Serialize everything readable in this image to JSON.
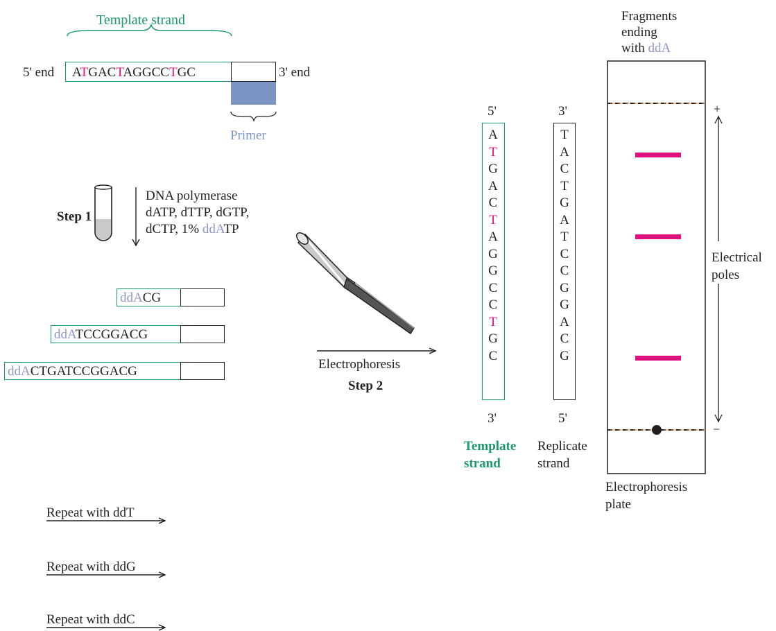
{
  "template": {
    "heading": "Template strand",
    "end5": "5' end",
    "end3": "3' end",
    "sequence": [
      {
        "t": "A",
        "c": "black"
      },
      {
        "t": "T",
        "c": "magenta"
      },
      {
        "t": "GAC",
        "c": "black"
      },
      {
        "t": "T",
        "c": "magenta"
      },
      {
        "t": "AGGCC",
        "c": "black"
      },
      {
        "t": "T",
        "c": "magenta"
      },
      {
        "t": "GC",
        "c": "black"
      }
    ],
    "primer_label": "Primer"
  },
  "step1": {
    "label": "Step 1",
    "reagents": [
      "DNA polymerase",
      "dATP, dTTP, dGTP,",
      "dCTP, 1% "
    ],
    "dd_prefix": "ddA",
    "dd_suffix": "TP"
  },
  "fragments": [
    {
      "prefix": "ddA",
      "rest": "CG"
    },
    {
      "prefix": "ddA",
      "rest": "TCCGGACG"
    },
    {
      "prefix": "ddA",
      "rest": "CTGATCCGGACG"
    }
  ],
  "step2": {
    "process": "Electrophoresis",
    "label": "Step 2"
  },
  "repeats": [
    "Repeat with ddT",
    "Repeat with ddG",
    "Repeat with ddC"
  ],
  "template_column": {
    "top": "5'",
    "bottom": "3'",
    "bases": [
      {
        "t": "A",
        "c": "black"
      },
      {
        "t": "T",
        "c": "magenta"
      },
      {
        "t": "G",
        "c": "black"
      },
      {
        "t": "A",
        "c": "black"
      },
      {
        "t": "C",
        "c": "black"
      },
      {
        "t": "T",
        "c": "magenta"
      },
      {
        "t": "A",
        "c": "black"
      },
      {
        "t": "G",
        "c": "black"
      },
      {
        "t": "G",
        "c": "black"
      },
      {
        "t": "C",
        "c": "black"
      },
      {
        "t": "C",
        "c": "black"
      },
      {
        "t": "T",
        "c": "magenta"
      },
      {
        "t": "G",
        "c": "black"
      },
      {
        "t": "C",
        "c": "black"
      }
    ],
    "caption_line1": "Template",
    "caption_line2": "strand"
  },
  "replicate_column": {
    "top": "3'",
    "bottom": "5'",
    "bases": [
      "T",
      "A",
      "C",
      "T",
      "G",
      "A",
      "T",
      "C",
      "C",
      "G",
      "G",
      "A",
      "C",
      "G"
    ],
    "caption_line1": "Replicate",
    "caption_line2": "strand"
  },
  "plate": {
    "header_line1": "Fragments",
    "header_line2": "ending",
    "header_line3_prefix": "with ",
    "header_line3_dd": "ddA",
    "plus": "+",
    "minus": "−",
    "poles_line1": "Electrical",
    "poles_line2": "poles",
    "caption_line1": "Electrophoresis",
    "caption_line2": "plate"
  },
  "colors": {
    "template_green": "#1a9a6b",
    "highlight_magenta": "#e0117f",
    "dd_lavender": "#8f96c8",
    "primer_blue": "#7b95c4",
    "text": "#231f20",
    "dashed_line": "#c8823a"
  }
}
